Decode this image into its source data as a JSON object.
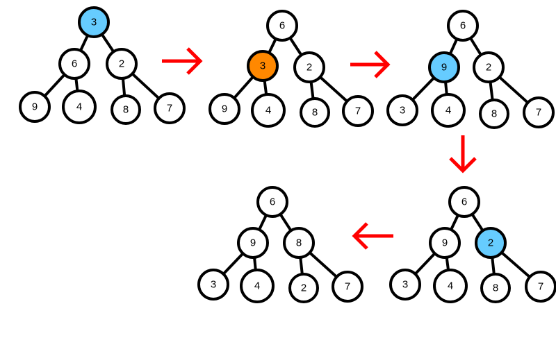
{
  "colors": {
    "stroke": "#000000",
    "node_fill": "#ffffff",
    "highlight_blue": "#66ccff",
    "highlight_orange": "#ff8800",
    "arrow": "#ff0000"
  },
  "trees": [
    {
      "nodes": [
        {
          "label": "3",
          "highlight": "blue"
        },
        {
          "label": "6"
        },
        {
          "label": "2"
        },
        {
          "label": "9"
        },
        {
          "label": "4"
        },
        {
          "label": "8"
        },
        {
          "label": "7"
        }
      ]
    },
    {
      "nodes": [
        {
          "label": "6"
        },
        {
          "label": "3",
          "highlight": "orange"
        },
        {
          "label": "2"
        },
        {
          "label": "9"
        },
        {
          "label": "4"
        },
        {
          "label": "8"
        },
        {
          "label": "7"
        }
      ]
    },
    {
      "nodes": [
        {
          "label": "6"
        },
        {
          "label": "9",
          "highlight": "blue"
        },
        {
          "label": "2"
        },
        {
          "label": "3"
        },
        {
          "label": "4"
        },
        {
          "label": "8"
        },
        {
          "label": "7"
        }
      ]
    },
    {
      "nodes": [
        {
          "label": "6"
        },
        {
          "label": "9"
        },
        {
          "label": "2",
          "highlight": "blue"
        },
        {
          "label": "3"
        },
        {
          "label": "4"
        },
        {
          "label": "8"
        },
        {
          "label": "7"
        }
      ]
    },
    {
      "nodes": [
        {
          "label": "6"
        },
        {
          "label": "9"
        },
        {
          "label": "8"
        },
        {
          "label": "3"
        },
        {
          "label": "4"
        },
        {
          "label": "2"
        },
        {
          "label": "7"
        }
      ]
    }
  ],
  "arrows": [
    {
      "direction": "right"
    },
    {
      "direction": "right"
    },
    {
      "direction": "down"
    },
    {
      "direction": "left"
    }
  ]
}
